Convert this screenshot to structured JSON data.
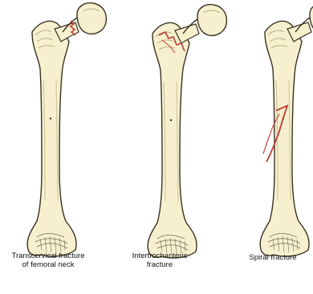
{
  "colors": {
    "bone_fill": "#f6f0cf",
    "bone_outline": "#3a3221",
    "fracture": "#c23a32",
    "shading": "#b9ad7c"
  },
  "captions": [
    {
      "lines": [
        "Transcervical fracture",
        "of femoral neck"
      ]
    },
    {
      "lines": [
        "Intertrochanteric",
        "fracture"
      ]
    },
    {
      "lines": [
        "Spiral fracture"
      ]
    }
  ]
}
